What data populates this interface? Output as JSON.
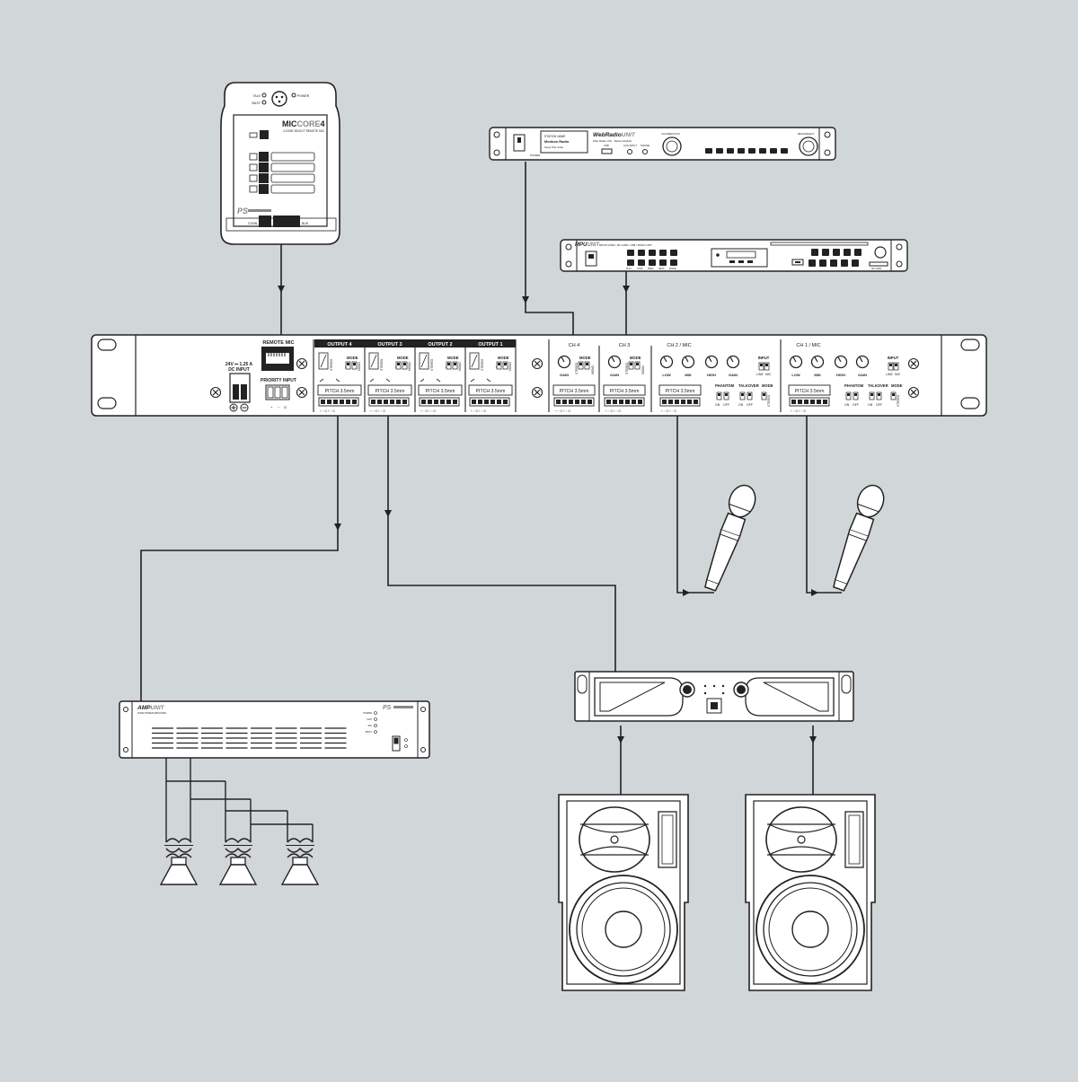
{
  "remote_mic": {
    "brand": "MIC",
    "model_suffix": "4",
    "subtitle": "4 ZONE SELECT REMOTE MIC",
    "led_labels": [
      "TALK",
      "BUSY",
      "POWER"
    ],
    "footer_left": "CONN",
    "footer_right": "BUS"
  },
  "web_radio": {
    "brand": "WebRadio",
    "subtitle": "Web Radio Unit - Stereo Module",
    "display_lines": [
      "STATION NAME",
      "Medium Radio",
      "Song Title Artist"
    ],
    "left_label": "POWER",
    "jack_labels": [
      "USB",
      "AUX INPUT",
      "PHONE"
    ],
    "knob_labels": [
      "VOLUME/FOCUS",
      "MENU/SELECT"
    ]
  },
  "mp3_player": {
    "brand": "MPU",
    "subtitle": "MP3 PLAYER / SD CARD / USB / RADIO UNIT",
    "button_labels": [
      "PLAY",
      "STOP",
      "PREV",
      "NEXT",
      "MODE",
      "TUNE"
    ],
    "bottom_label": "SD CARD"
  },
  "mixer": {
    "remote_mic_label": "REMOTE MIC",
    "dc_input_label": "24V ⎓ 1.25 A",
    "dc_input_sub": "DC INPUT",
    "priority_label": "PRIORITY INPUT",
    "outputs": [
      {
        "label": "OUTPUT 4"
      },
      {
        "label": "OUTPUT 3"
      },
      {
        "label": "OUTPUT 2"
      },
      {
        "label": "OUTPUT 1"
      }
    ],
    "mode_label": "MODE",
    "mode_options": [
      "STEREO",
      "L",
      "MONO"
    ],
    "volume_label": "VOLUME",
    "pitch_label": "PITCH 3.5mm",
    "terminal_marks": "+ − G + − G",
    "line_channels": [
      {
        "label": "CH 4"
      },
      {
        "label": "CH 3"
      }
    ],
    "gain_label": "GAIN",
    "mic_channels": [
      {
        "label": "CH 2 / MIC"
      },
      {
        "label": "CH 1 / MIC"
      }
    ],
    "eq_labels": [
      "LOW",
      "MID",
      "HIGH",
      "GAIN"
    ],
    "input_label": "INPUT",
    "input_options": [
      "LINE",
      "MIC"
    ],
    "phantom_label": "PHANTOM",
    "talkover_label": "TALKOVER",
    "on_off": [
      "ON",
      "OFF"
    ]
  },
  "zone_amp": {
    "brand": "AMP",
    "subtitle": "ZONE POWER AMPLIFIER",
    "status_labels": [
      "POWER",
      "CLIP",
      "SIG",
      "PROT"
    ]
  },
  "power_amp": {},
  "speakers": [
    {},
    {}
  ],
  "microphones": [
    {},
    {}
  ]
}
